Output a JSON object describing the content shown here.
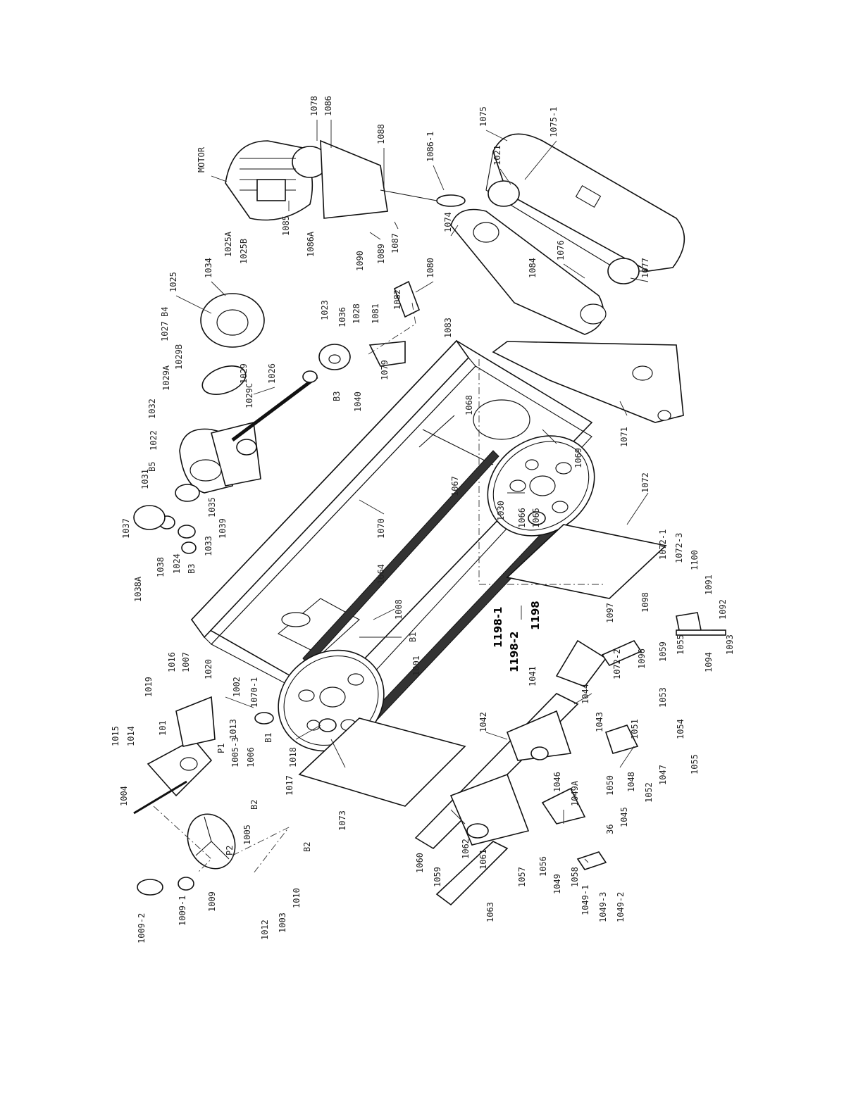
{
  "diagram": {
    "labels": [
      {
        "id": "motor",
        "text": "MOTOR"
      },
      {
        "id": "p1078",
        "text": "1078"
      },
      {
        "id": "p1086",
        "text": "1086"
      },
      {
        "id": "p1088",
        "text": "1088"
      },
      {
        "id": "p1086_1",
        "text": "1086-1"
      },
      {
        "id": "p1075",
        "text": "1075"
      },
      {
        "id": "p1075_1",
        "text": "1075-1"
      },
      {
        "id": "p1021",
        "text": "1021"
      },
      {
        "id": "p1074",
        "text": "1074"
      },
      {
        "id": "p1076",
        "text": "1076"
      },
      {
        "id": "p1077",
        "text": "1077"
      },
      {
        "id": "p1085",
        "text": "1085"
      },
      {
        "id": "p1086A",
        "text": "1086A"
      },
      {
        "id": "p1090",
        "text": "1090"
      },
      {
        "id": "p1089",
        "text": "1089"
      },
      {
        "id": "p1087",
        "text": "1087"
      },
      {
        "id": "p1084",
        "text": "1084"
      },
      {
        "id": "p1034",
        "text": "1034"
      },
      {
        "id": "p1025A",
        "text": "1025A"
      },
      {
        "id": "p1025B",
        "text": "1025B"
      },
      {
        "id": "p1025",
        "text": "1025"
      },
      {
        "id": "pB4",
        "text": "B4"
      },
      {
        "id": "p1027",
        "text": "1027"
      },
      {
        "id": "p1029B",
        "text": "1029B"
      },
      {
        "id": "p1029A",
        "text": "1029A"
      },
      {
        "id": "p1029",
        "text": "1029"
      },
      {
        "id": "p1029C",
        "text": "1029C"
      },
      {
        "id": "p1026",
        "text": "1026"
      },
      {
        "id": "p1032",
        "text": "1032"
      },
      {
        "id": "p1022",
        "text": "1022"
      },
      {
        "id": "pB5",
        "text": "B5"
      },
      {
        "id": "p1031",
        "text": "1031"
      },
      {
        "id": "p1035",
        "text": "1035"
      },
      {
        "id": "p1023",
        "text": "1023"
      },
      {
        "id": "p1036",
        "text": "1036"
      },
      {
        "id": "p1028",
        "text": "1028"
      },
      {
        "id": "p1081",
        "text": "1081"
      },
      {
        "id": "p1082",
        "text": "1082"
      },
      {
        "id": "p1080",
        "text": "1080"
      },
      {
        "id": "p1079",
        "text": "1079"
      },
      {
        "id": "pB3a",
        "text": "B3"
      },
      {
        "id": "p1040",
        "text": "1040"
      },
      {
        "id": "p1083",
        "text": "1083"
      },
      {
        "id": "p1071",
        "text": "1071"
      },
      {
        "id": "p1068",
        "text": "1068"
      },
      {
        "id": "p1069",
        "text": "1069"
      },
      {
        "id": "p1037",
        "text": "1037"
      },
      {
        "id": "p1038A",
        "text": "1038A"
      },
      {
        "id": "p1038",
        "text": "1038"
      },
      {
        "id": "p1024",
        "text": "1024"
      },
      {
        "id": "pB3b",
        "text": "B3"
      },
      {
        "id": "p1033",
        "text": "1033"
      },
      {
        "id": "p1039",
        "text": "1039"
      },
      {
        "id": "p1070",
        "text": "1070"
      },
      {
        "id": "p1067",
        "text": "1067"
      },
      {
        "id": "p1030",
        "text": "1030"
      },
      {
        "id": "p1066",
        "text": "1066"
      },
      {
        "id": "p1065",
        "text": "1065"
      },
      {
        "id": "p1072",
        "text": "1072"
      },
      {
        "id": "p1072_1",
        "text": "1072-1"
      },
      {
        "id": "p1072_3",
        "text": "1072-3"
      },
      {
        "id": "p1100",
        "text": "1100"
      },
      {
        "id": "p1091",
        "text": "1091"
      },
      {
        "id": "p1064",
        "text": "1064"
      },
      {
        "id": "p1008",
        "text": "1008"
      },
      {
        "id": "pB1a",
        "text": "B1"
      },
      {
        "id": "p1198_1",
        "text": "1198-1"
      },
      {
        "id": "p1198_2",
        "text": "1198-2"
      },
      {
        "id": "p1198",
        "text": "1198"
      },
      {
        "id": "p1097",
        "text": "1097"
      },
      {
        "id": "p1098",
        "text": "1098"
      },
      {
        "id": "p1092",
        "text": "1092"
      },
      {
        "id": "p1093",
        "text": "1093"
      },
      {
        "id": "p1094",
        "text": "1094"
      },
      {
        "id": "p1055a",
        "text": "1055"
      },
      {
        "id": "p1059a",
        "text": "1059"
      },
      {
        "id": "p1096",
        "text": "1096"
      },
      {
        "id": "p1072_2",
        "text": "1072-2"
      },
      {
        "id": "p1041",
        "text": "1041"
      },
      {
        "id": "p1001",
        "text": "1001"
      },
      {
        "id": "p1016",
        "text": "1016"
      },
      {
        "id": "p1007",
        "text": "1007"
      },
      {
        "id": "p1020",
        "text": "1020"
      },
      {
        "id": "p1019",
        "text": "1019"
      },
      {
        "id": "p1002",
        "text": "1002"
      },
      {
        "id": "p1070_1",
        "text": "1070-1"
      },
      {
        "id": "p1015",
        "text": "1015"
      },
      {
        "id": "p1014",
        "text": "1014"
      },
      {
        "id": "p101",
        "text": "101"
      },
      {
        "id": "p1013",
        "text": "1013"
      },
      {
        "id": "pP1",
        "text": "P1"
      },
      {
        "id": "p1005_3",
        "text": "1005-3"
      },
      {
        "id": "p1006",
        "text": "1006"
      },
      {
        "id": "pB1b",
        "text": "B1"
      },
      {
        "id": "p1018",
        "text": "1018"
      },
      {
        "id": "p1017",
        "text": "1017"
      },
      {
        "id": "p1004",
        "text": "1004"
      },
      {
        "id": "pB2a",
        "text": "B2"
      },
      {
        "id": "p1005",
        "text": "1005"
      },
      {
        "id": "pP2",
        "text": "P2"
      },
      {
        "id": "p1009",
        "text": "1009"
      },
      {
        "id": "p1009_1",
        "text": "1009-1"
      },
      {
        "id": "p1009_2",
        "text": "1009-2"
      },
      {
        "id": "p1012",
        "text": "1012"
      },
      {
        "id": "p1003",
        "text": "1003"
      },
      {
        "id": "p1010",
        "text": "1010"
      },
      {
        "id": "pB2b",
        "text": "B2"
      },
      {
        "id": "p1073",
        "text": "1073"
      },
      {
        "id": "p1042",
        "text": "1042"
      },
      {
        "id": "p1044",
        "text": "1044"
      },
      {
        "id": "p1043",
        "text": "1043"
      },
      {
        "id": "p1051",
        "text": "1051"
      },
      {
        "id": "p1053",
        "text": "1053"
      },
      {
        "id": "p1054",
        "text": "1054"
      },
      {
        "id": "p1050",
        "text": "1050"
      },
      {
        "id": "p1048",
        "text": "1048"
      },
      {
        "id": "p1052",
        "text": "1052"
      },
      {
        "id": "p1047",
        "text": "1047"
      },
      {
        "id": "p1055b",
        "text": "1055"
      },
      {
        "id": "p1046",
        "text": "1046"
      },
      {
        "id": "p1049A",
        "text": "1049A"
      },
      {
        "id": "p1045",
        "text": "1045"
      },
      {
        "id": "p36",
        "text": "36"
      },
      {
        "id": "p1060",
        "text": "1060"
      },
      {
        "id": "p1059b",
        "text": "1059"
      },
      {
        "id": "p1062",
        "text": "1062"
      },
      {
        "id": "p1061",
        "text": "1061"
      },
      {
        "id": "p1057",
        "text": "1057"
      },
      {
        "id": "p1056",
        "text": "1056"
      },
      {
        "id": "p1049",
        "text": "1049"
      },
      {
        "id": "p1058",
        "text": "1058"
      },
      {
        "id": "p1063",
        "text": "1063"
      },
      {
        "id": "p1049_1",
        "text": "1049-1"
      },
      {
        "id": "p1049_3",
        "text": "1049-3"
      },
      {
        "id": "p1049_2",
        "text": "1049-2"
      }
    ]
  }
}
